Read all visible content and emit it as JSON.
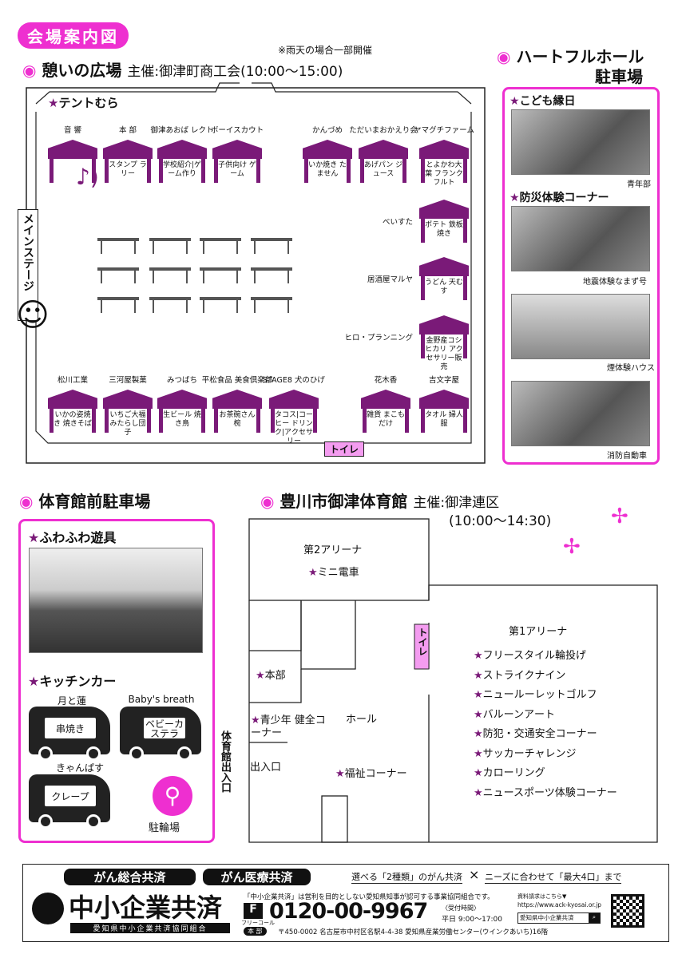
{
  "title": "会場案内図",
  "rain_note": "※雨天の場合一部開催",
  "plaza": {
    "name": "憩いの広場",
    "host": "主催:御津町商工会(10:00～15:00)",
    "tent_area": "テントむら",
    "main_stage": "メインステージ",
    "toilet": "トイレ",
    "tents": [
      {
        "name": "音 響",
        "goods": ""
      },
      {
        "name": "本 部",
        "goods": "スタンプ ラリー"
      },
      {
        "name": "御津あおば レクト",
        "goods": "学校紹介|ゲーム作り"
      },
      {
        "name": "ボーイスカウト",
        "goods": "子供向け ゲーム"
      },
      {
        "name": "かんづめ",
        "goods": "いか焼き たません"
      },
      {
        "name": "ただいまおかえり会",
        "goods": "あげパン ジュース"
      },
      {
        "name": "ヤマグチファーム",
        "goods": "とよかわ大葉 フランクフルト"
      },
      {
        "name": "べいすた",
        "goods": "ポテト 鉄板焼き"
      },
      {
        "name": "居酒屋マルヤ",
        "goods": "うどん 天むす"
      },
      {
        "name": "ヒロ・プランニング",
        "goods": "金野産コシヒカリ アクセサリー販売"
      },
      {
        "name": "松川工業",
        "goods": "いかの姿焼き 焼きそば"
      },
      {
        "name": "三河屋製菓",
        "goods": "いちご大福 みたらし団子"
      },
      {
        "name": "みつばち",
        "goods": "生ビール 焼き鳥"
      },
      {
        "name": "平松食品 美食倶楽部",
        "goods": "お茶碗さん椀"
      },
      {
        "name": "STAGE8 犬のひげ",
        "goods": "タコス|コーヒー ドリンク|アクセサリー"
      },
      {
        "name": "花木香",
        "goods": "雑貨 まこもだけ"
      },
      {
        "name": "吉文字屋",
        "goods": "タオル 婦人服"
      }
    ]
  },
  "heartful": {
    "name": "ハートフルホール",
    "sub": "駐車場",
    "kids": "こども縁日",
    "kids_caption": "青年部",
    "disaster": "防災体験コーナー",
    "captions": [
      "地震体験なまず号",
      "煙体験ハウス",
      "消防自動車"
    ]
  },
  "gym_parking": {
    "name": "体育館前駐車場",
    "fuwa": "ふわふわ遊具",
    "kitchen": "キッチンカー",
    "cars": [
      {
        "name": "月と蓮",
        "menu": "串焼き"
      },
      {
        "name": "Baby's breath",
        "menu": "ベビーカステラ"
      },
      {
        "name": "きゃんぱす",
        "menu": "クレープ"
      }
    ],
    "bike": "駐輪場",
    "gym_entrance": "体育館出入口"
  },
  "gym": {
    "name": "豊川市御津体育館",
    "host": "主催:御津連区",
    "time": "(10:00～14:30)",
    "arena2": "第2アリーナ",
    "mini_train": "ミニ電車",
    "arena1": "第1アリーナ",
    "hq": "本部",
    "youth": "青少年 健全コーナー",
    "hall": "ホール",
    "entrance": "出入口",
    "welfare": "福祉コーナー",
    "toilet": "トイレ",
    "arena1_items": [
      "フリースタイル輪投げ",
      "ストライクナイン",
      "ニュールーレットゴルフ",
      "バルーンアート",
      "防犯・交通安全コーナー",
      "サッカーチャレンジ",
      "カローリング",
      "ニュースポーツ体験コーナー"
    ]
  },
  "footer": {
    "badge1": "がん総合共済",
    "badge2": "がん医療共済",
    "tag1": "選べる「2種類」のがん共済",
    "cross": "×",
    "tag2": "ニーズに合わせて「最大4口」まで",
    "logo": "中小企業共済",
    "org": "愛知県中小企業共済協同組合",
    "desc": "「中小企業共済」は営利を目的としない愛知県知事が認可する事業協同組合です。",
    "free": "フリーコール",
    "phone": "0120-00-9967",
    "hours_label": "〈受付時間〉",
    "hours": "平日 9:00〜17:00",
    "hq_label": "本 部",
    "address": "〒450-0002 名古屋市中村区名駅4-4-38 愛知県産業労働センター(ウインクあいち)16階",
    "request": "資料請求はこちら▼",
    "url": "https://www.ack-kyosai.or.jp",
    "search": "愛知県中小企業共済"
  }
}
